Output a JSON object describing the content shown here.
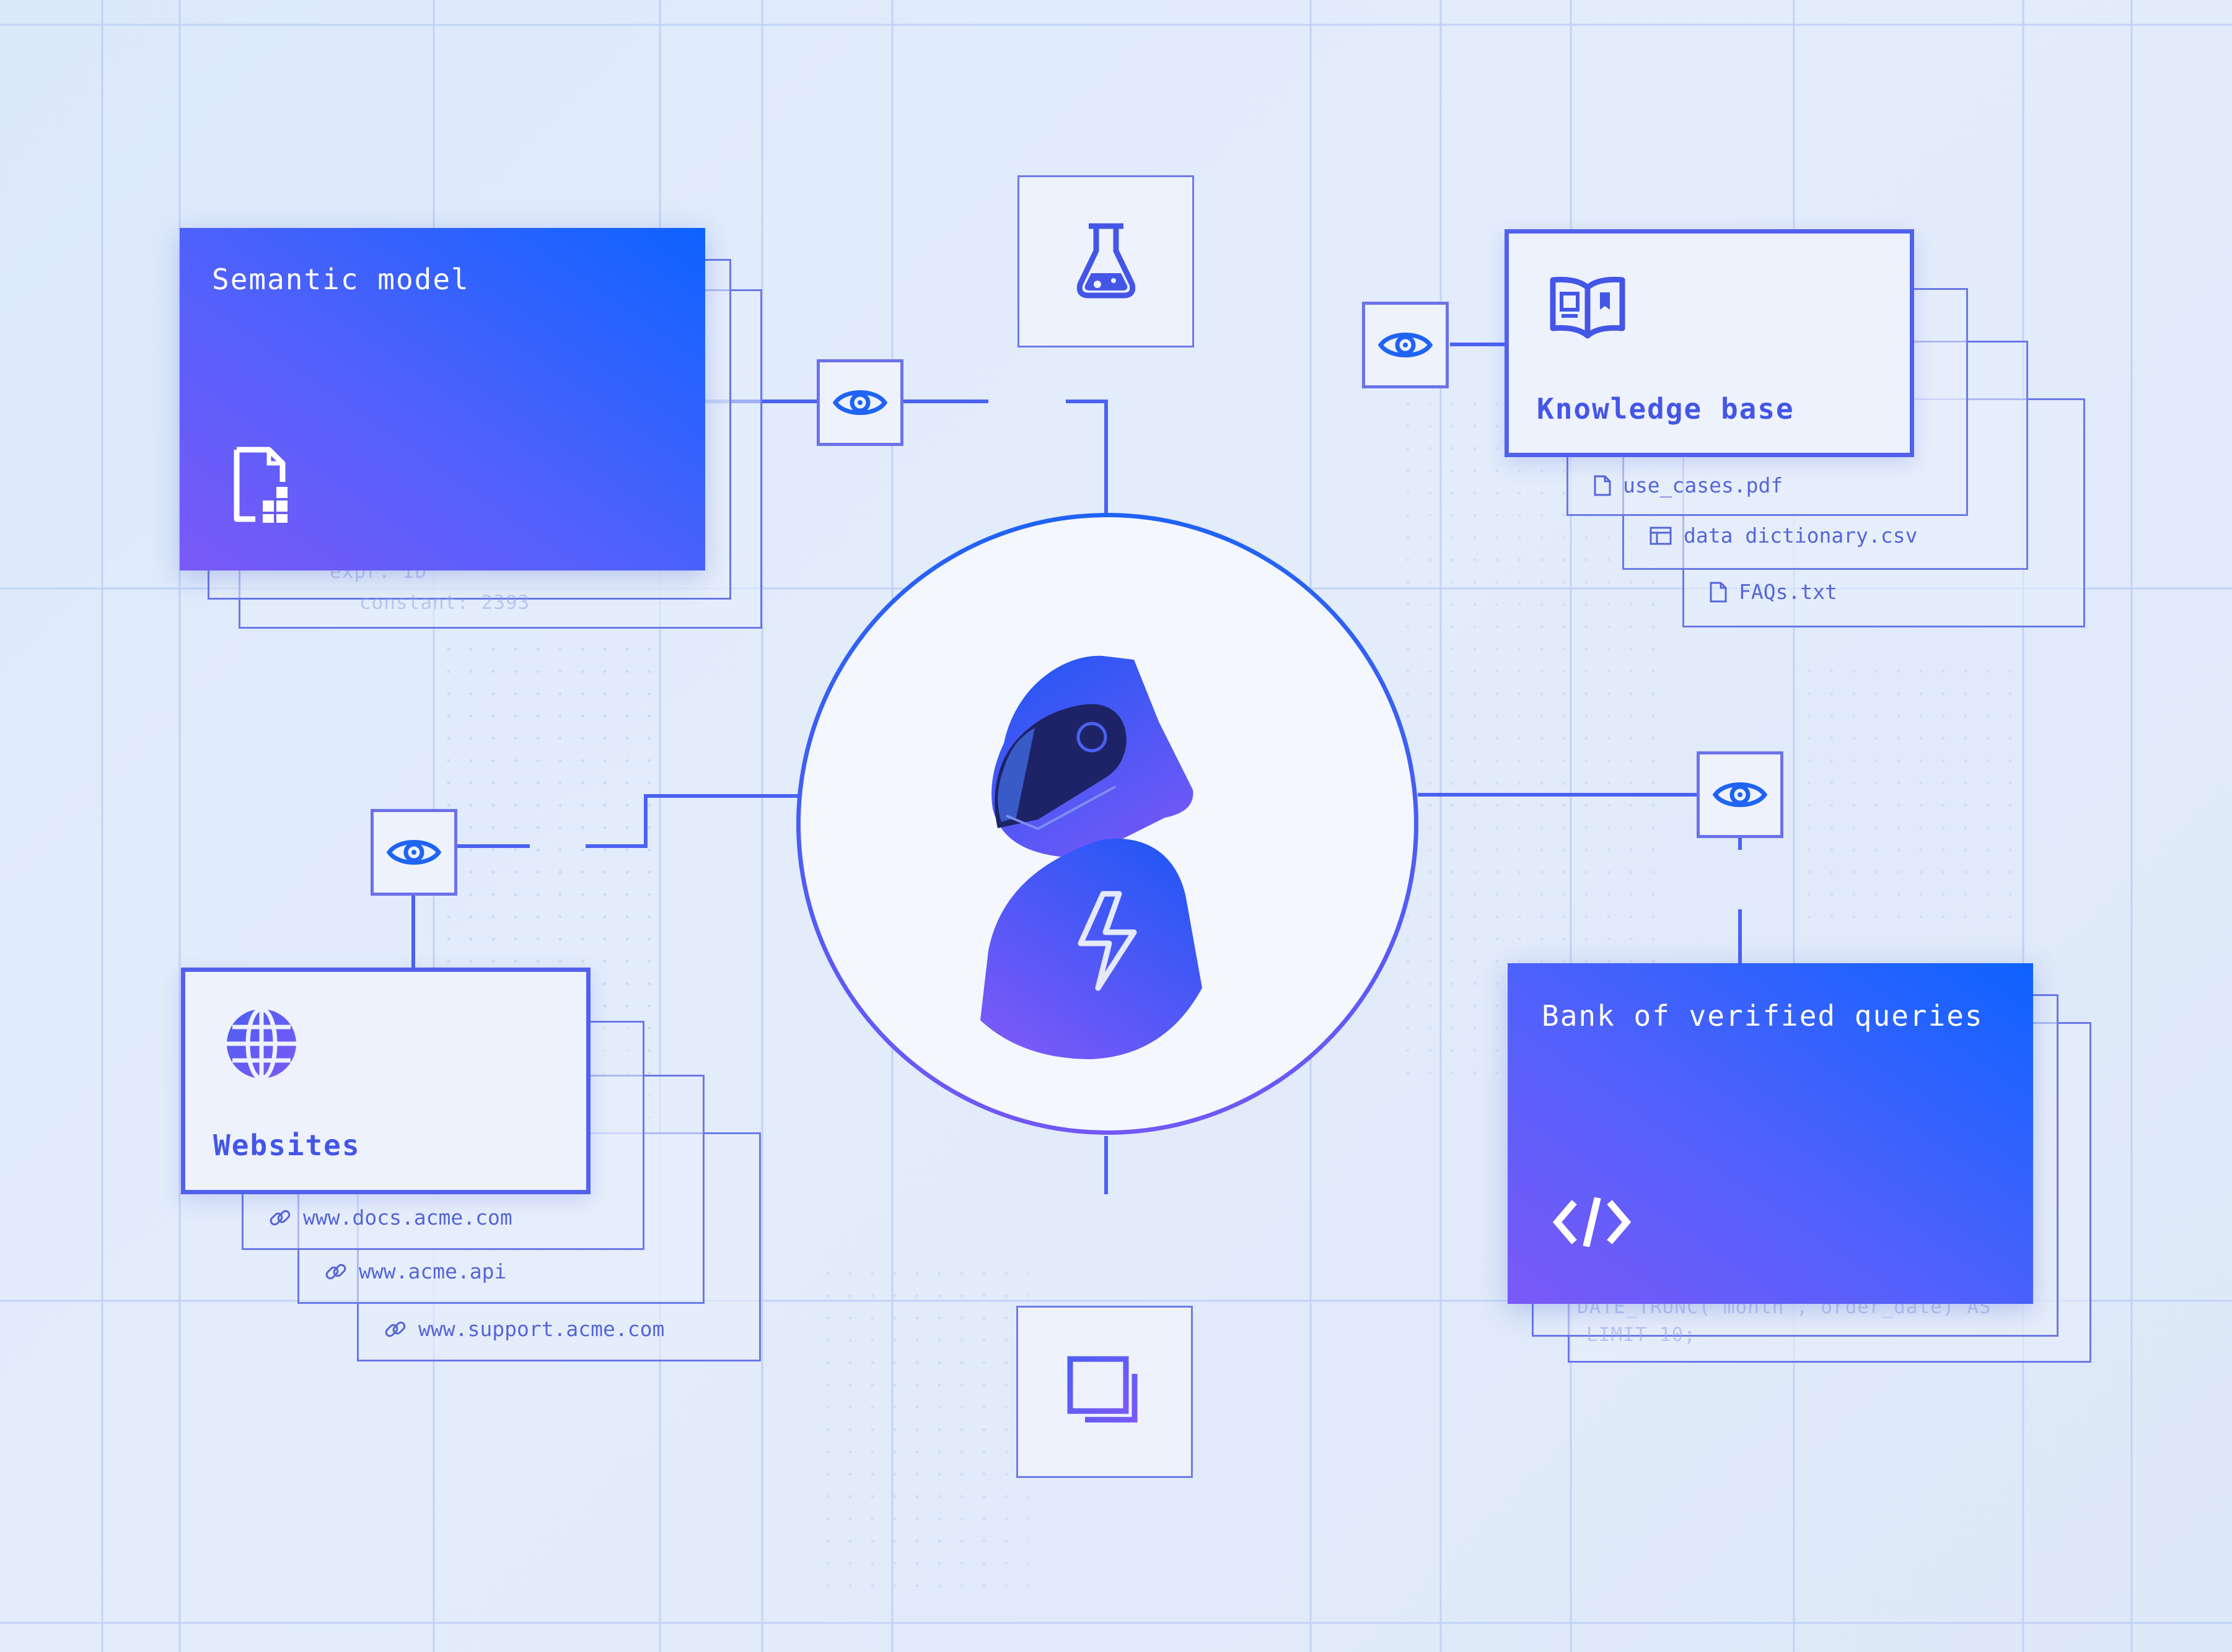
{
  "title": "AI assistant context sources diagram",
  "colors": {
    "accent_blue": "#0e62ff",
    "accent_purple": "#7a59f8",
    "line": "#4a62f0",
    "sheet_border": "#6c78e8",
    "text_link": "#5566d8"
  },
  "hub": {
    "icons": [
      "helmet-icon",
      "lightning-bolt-icon"
    ]
  },
  "top_tool": {
    "icon": "flask-icon"
  },
  "bottom_tool": {
    "icon": "window-stack-icon"
  },
  "semantic_model": {
    "title": "Semantic model",
    "icon": "document-grid-icon",
    "ghost_lines": [
      "expr: ID",
      "constant: 2393"
    ]
  },
  "knowledge_base": {
    "title": "Knowledge base",
    "icon": "open-book-icon",
    "files": [
      {
        "label": "use_cases.pdf",
        "icon": "file-icon"
      },
      {
        "label": "data dictionary.csv",
        "icon": "table-icon"
      },
      {
        "label": "FAQs.txt",
        "icon": "file-icon"
      }
    ]
  },
  "websites": {
    "title": "Websites",
    "icon": "globe-icon",
    "links": [
      {
        "label": "www.docs.acme.com",
        "icon": "link-icon"
      },
      {
        "label": "www.acme.api",
        "icon": "link-icon"
      },
      {
        "label": "www.support.acme.com",
        "icon": "link-icon"
      }
    ]
  },
  "verified_queries": {
    "title": "Bank of verified queries",
    "icon": "code-brackets-icon",
    "ghost_lines": [
      "DATE_TRUNC('month', order_date) AS",
      "LIMIT 10;"
    ]
  },
  "eye_nodes": [
    "eye-icon",
    "eye-icon",
    "eye-icon",
    "eye-icon"
  ]
}
